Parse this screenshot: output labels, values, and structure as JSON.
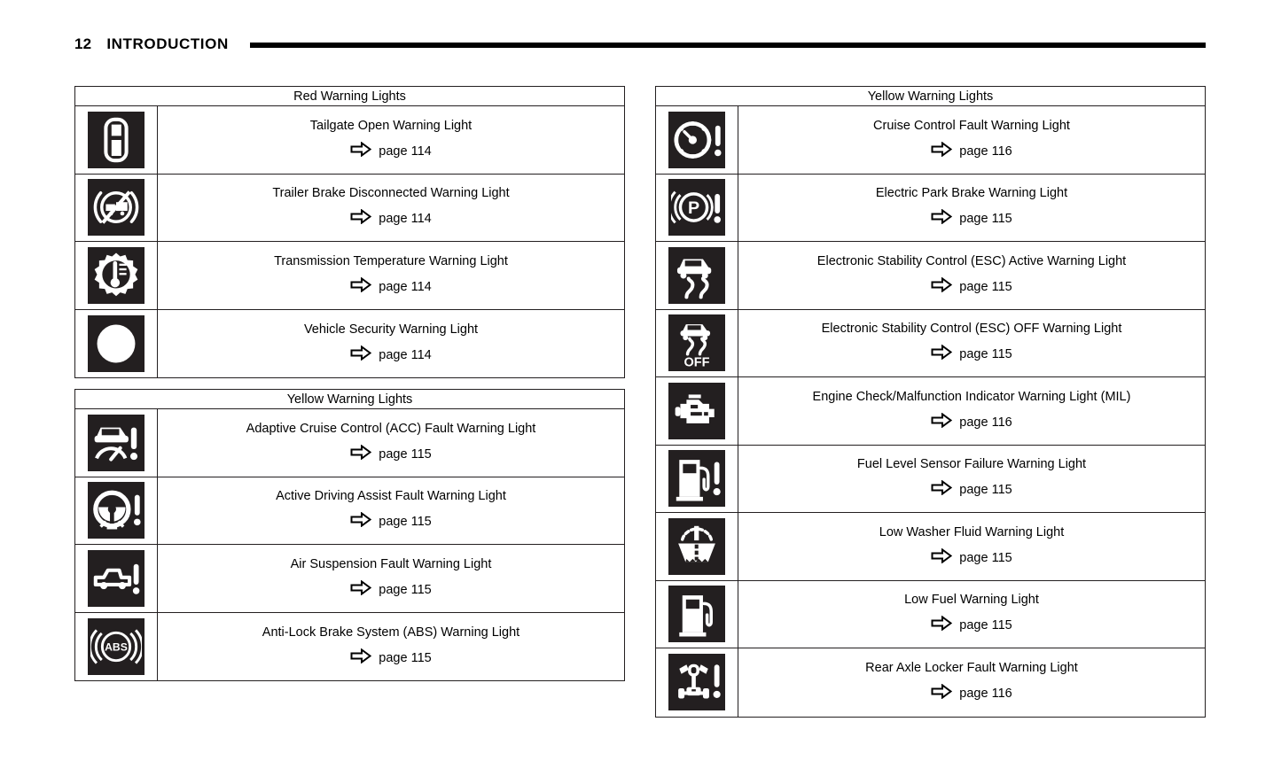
{
  "header": {
    "page_number": "12",
    "section": "INTRODUCTION"
  },
  "colors": {
    "ink": "#231f20",
    "tile_background": "#231f20",
    "tile_glyph": "#ffffff",
    "page_background": "#ffffff"
  },
  "page_link_arrow_icon": "right-arrow-outline-icon",
  "tables": [
    {
      "id": "red-warning-lights",
      "column": "left",
      "title": "Red Warning Lights",
      "rows": [
        {
          "icon": "tailgate-open-icon",
          "label": "Tailgate Open Warning Light",
          "page": "page 114"
        },
        {
          "icon": "trailer-brake-disconnected-icon",
          "label": "Trailer Brake Disconnected Warning Light",
          "page": "page 114"
        },
        {
          "icon": "transmission-temperature-icon",
          "label": "Transmission Temperature Warning Light",
          "page": "page 114"
        },
        {
          "icon": "vehicle-security-icon",
          "label": "Vehicle Security Warning Light",
          "page": "page 114"
        }
      ]
    },
    {
      "id": "yellow-warning-lights-left",
      "column": "left",
      "title": "Yellow Warning Lights",
      "rows": [
        {
          "icon": "adaptive-cruise-control-fault-icon",
          "label": "Adaptive Cruise Control (ACC) Fault Warning Light",
          "page": "page 115"
        },
        {
          "icon": "active-driving-assist-fault-icon",
          "label": "Active Driving Assist Fault Warning Light",
          "page": "page 115"
        },
        {
          "icon": "air-suspension-fault-icon",
          "label": "Air Suspension Fault Warning Light",
          "page": "page 115"
        },
        {
          "icon": "anti-lock-brake-system-icon",
          "label": "Anti-Lock Brake System (ABS) Warning Light",
          "page": "page 115"
        }
      ]
    },
    {
      "id": "yellow-warning-lights-right",
      "column": "right",
      "title": "Yellow Warning Lights",
      "rows": [
        {
          "icon": "cruise-control-fault-icon",
          "label": "Cruise Control Fault Warning Light",
          "page": "page 116"
        },
        {
          "icon": "electric-park-brake-icon",
          "label": "Electric Park Brake Warning Light",
          "page": "page 115"
        },
        {
          "icon": "esc-active-icon",
          "label": "Electronic Stability Control (ESC) Active Warning Light",
          "page": "page 115"
        },
        {
          "icon": "esc-off-icon",
          "label": "Electronic Stability Control (ESC) OFF Warning Light",
          "page": "page 115"
        },
        {
          "icon": "engine-check-mil-icon",
          "label": "Engine Check/Malfunction Indicator Warning Light (MIL)",
          "page": "page 116"
        },
        {
          "icon": "fuel-level-sensor-failure-icon",
          "label": "Fuel Level Sensor Failure Warning Light",
          "page": "page 115"
        },
        {
          "icon": "low-washer-fluid-icon",
          "label": "Low Washer Fluid Warning Light",
          "page": "page 115"
        },
        {
          "icon": "low-fuel-icon",
          "label": "Low Fuel Warning Light",
          "page": "page 115"
        },
        {
          "icon": "rear-axle-locker-fault-icon",
          "label": "Rear Axle Locker Fault Warning Light",
          "page": "page 116"
        }
      ]
    }
  ],
  "icon_glyph_text": {
    "anti-lock-brake-system-icon": "ABS",
    "esc-off-icon": "OFF",
    "electric-park-brake-icon": "P"
  }
}
